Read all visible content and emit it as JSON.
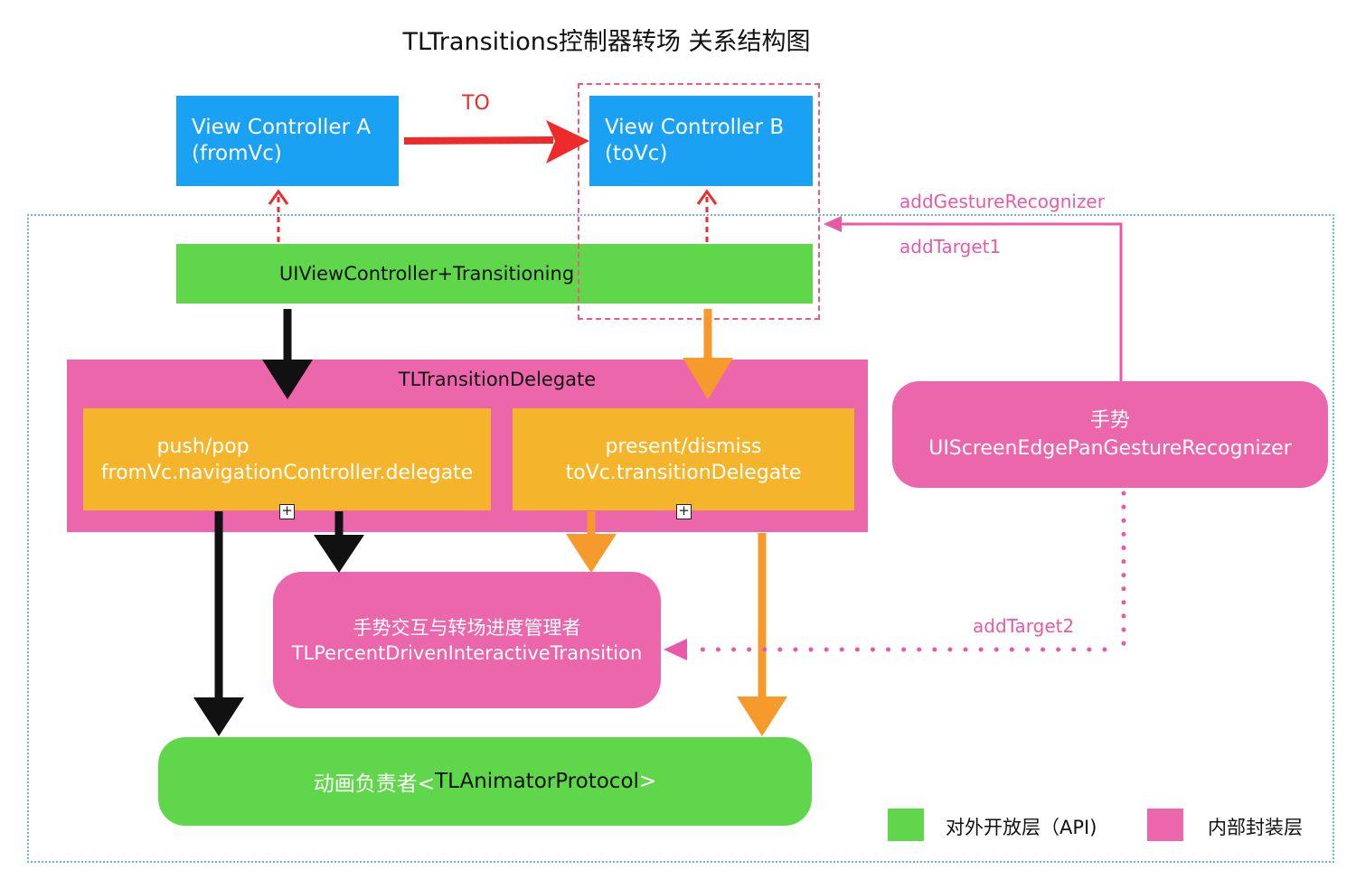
{
  "title": "TLTransitions控制器转场 关系结构图",
  "vc_a": {
    "line1": "View Controller A",
    "line2": "(fromVc)"
  },
  "vc_b": {
    "line1": "View Controller B",
    "line2": "(toVc)"
  },
  "to_label": "TO",
  "transitioning": "UIViewController+Transitioning",
  "delegate_title": "TLTransitionDelegate",
  "push_pop": {
    "line1": "push/pop",
    "line2": "fromVc.navigationController.delegate"
  },
  "present_dismiss": {
    "line1": "present/dismiss",
    "line2": "toVc.transitionDelegate"
  },
  "gesture": {
    "line1": "手势",
    "line2": "UIScreenEdgePanGestureRecognizer"
  },
  "interactive": {
    "line1": "手势交互与转场进度管理者",
    "line2": "TLPercentDrivenInteractiveTransition"
  },
  "animator": {
    "prefix": "动画负责者<",
    "protocol": "TLAnimatorProtocol",
    "suffix": ">"
  },
  "add_gesture": "addGestureRecognizer",
  "add_target1": "addTarget1",
  "add_target2": "addTarget2",
  "collapse_icon_glyph": "+",
  "legend": [
    {
      "label": "对外开放层（API)",
      "color": "#60d74a"
    },
    {
      "label": "内部封装层",
      "color": "#ec66ac"
    }
  ],
  "colors": {
    "api_green": "#60d74a",
    "internal_pink": "#ec66ac",
    "vc_blue": "#1aa1f4",
    "branch_orange": "#f4b52d",
    "arrow_red": "#ee2b2b",
    "arrow_orange": "#f79a2c",
    "arrow_pink": "#e95aa6",
    "frame_blue": "#6ab7e6"
  }
}
